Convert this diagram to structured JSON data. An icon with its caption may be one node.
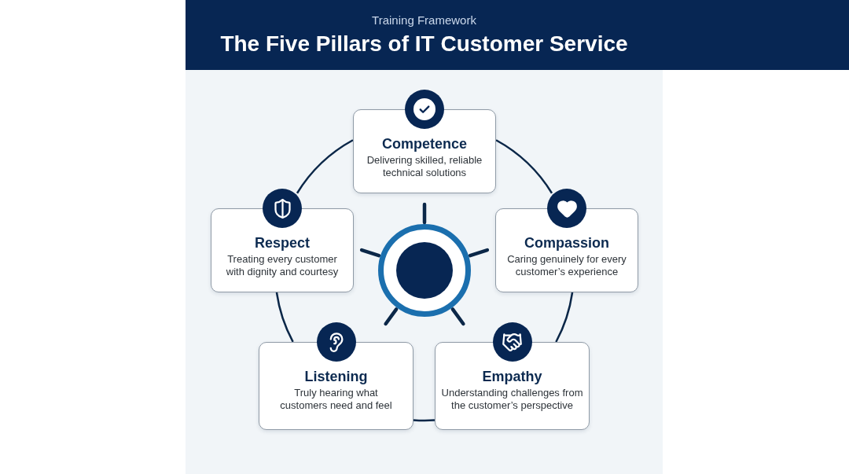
{
  "diagram": {
    "title": "The Five Pillars of IT Customer Service",
    "nodes": [
      {
        "text": [
          "Competence",
          "Delivering skilled, reliable technical solutions"
        ]
      },
      {
        "text": [
          "Respect",
          "Treating every customer with dignity and courtesy"
        ]
      },
      {
        "text": [],
        "shape": "circle"
      },
      {
        "text": [
          "Compassion",
          "Caring genuinely for every customer’s experience"
        ]
      },
      {
        "text": [
          "Listening",
          "Truly hearing what customers need and feel"
        ]
      },
      {
        "text": [
          "Empathy",
          "Understanding challenges from the customer’s perspective"
        ]
      }
    ],
    "edges": [
      {
        "from": 0,
        "to": 3,
        "arrow": "none"
      },
      {
        "from": 3,
        "to": 5,
        "arrow": "none"
      },
      {
        "from": 5,
        "to": 4,
        "arrow": "none"
      },
      {
        "from": 4,
        "to": 1,
        "arrow": "none"
      },
      {
        "from": 1,
        "to": 0,
        "arrow": "none"
      }
    ],
    "labels": [
      "Training Framework"
    ]
  }
}
